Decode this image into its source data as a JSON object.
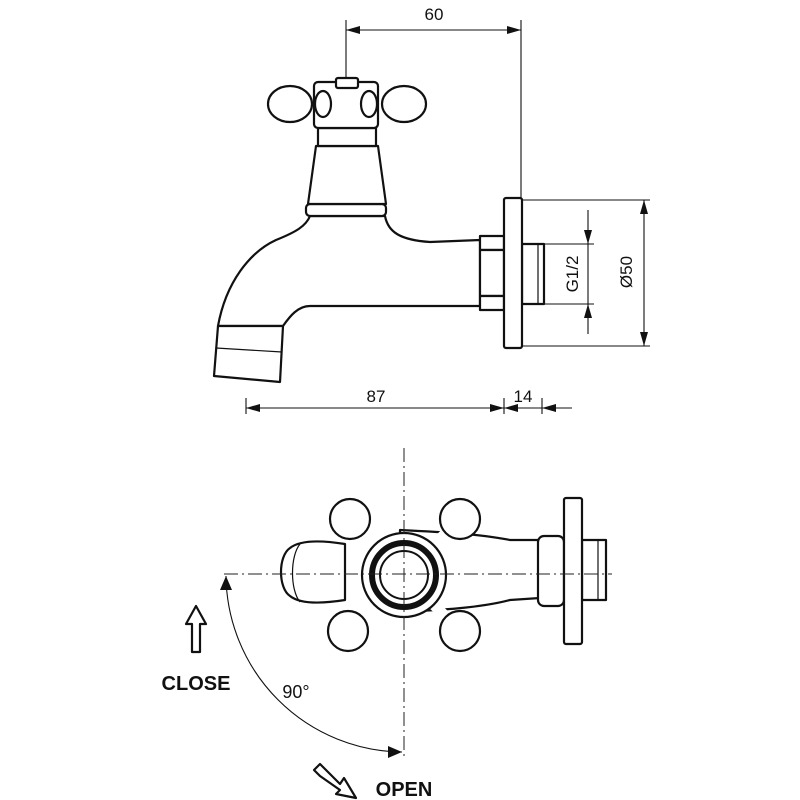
{
  "dimensions": {
    "top_width": "60",
    "spout_length": "87",
    "flange_depth": "14",
    "thread": "G1/2",
    "flange_diameter": "Ø50"
  },
  "rotation": {
    "close_label": "CLOSE",
    "open_label": "OPEN",
    "angle_label": "90°"
  },
  "icons": {
    "close_arrow": "arrow-up-outline-icon",
    "open_arrow": "arrow-down-right-outline-icon"
  }
}
